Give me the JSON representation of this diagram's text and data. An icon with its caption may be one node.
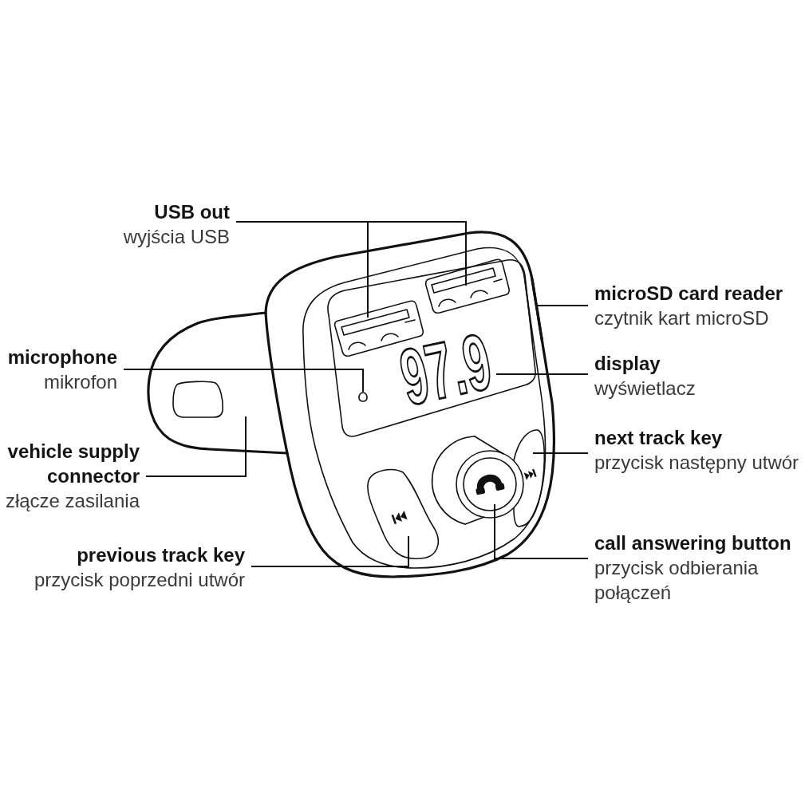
{
  "diagram": {
    "nodes": [
      {
        "text": [
          "USB out",
          "wyjścia USB"
        ]
      },
      {
        "text": [
          "microSD card reader",
          "czytnik kart microSD"
        ]
      },
      {
        "text": [
          "microphone",
          "mikrofon"
        ]
      },
      {
        "text": [
          "display",
          "wyświetlacz"
        ]
      },
      {
        "text": [
          "next track key",
          "przycisk następny utwór"
        ]
      },
      {
        "text": [
          "vehicle supply connector",
          "złącze zasilania"
        ]
      },
      {
        "text": [
          "call answering button",
          "przycisk odbierania połączeń"
        ]
      },
      {
        "text": [
          "previous track key",
          "przycisk poprzedni utwór"
        ]
      },
      {
        "text": [],
        "shape": "box"
      },
      {
        "text": [],
        "shape": "box"
      },
      {
        "text": [],
        "shape": "bar"
      },
      {
        "text": [
          "97.9"
        ]
      },
      {
        "text": [],
        "shape": "circle"
      },
      {
        "text": [],
        "shape": "box"
      },
      {
        "text": [],
        "shape": "box"
      },
      {
        "text": [],
        "shape": "circle"
      },
      {
        "text": [],
        "shape": "box"
      }
    ],
    "edges": [
      {
        "from": 0,
        "to": 8,
        "arrow": "none"
      },
      {
        "from": 0,
        "to": 9,
        "arrow": "none"
      },
      {
        "from": 1,
        "to": 10,
        "arrow": "none"
      },
      {
        "from": 2,
        "to": 12,
        "arrow": "none"
      },
      {
        "from": 3,
        "to": 11,
        "arrow": "none"
      },
      {
        "from": 4,
        "to": 13,
        "arrow": "none"
      },
      {
        "from": 5,
        "to": 14,
        "arrow": "none"
      },
      {
        "from": 6,
        "to": 15,
        "arrow": "none"
      },
      {
        "from": 7,
        "to": 16,
        "arrow": "none"
      }
    ]
  }
}
